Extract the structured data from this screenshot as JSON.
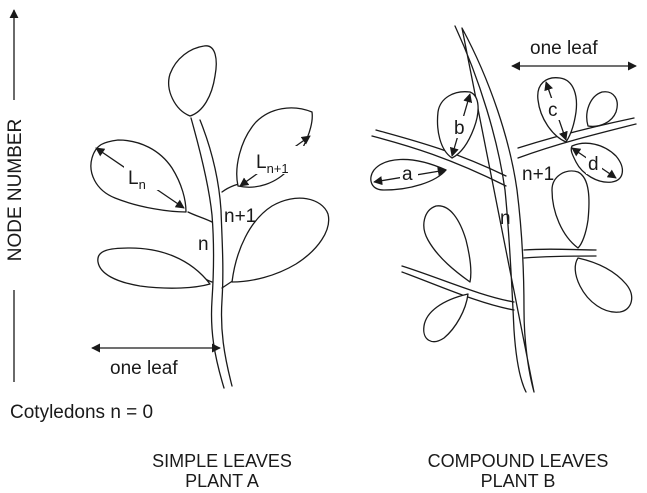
{
  "axis": {
    "label": "NODE NUMBER"
  },
  "plant_a": {
    "label_Ln": "L",
    "label_Ln_sub": "n",
    "label_Ln1": "L",
    "label_Ln1_sub": "n+1",
    "node_n": "n",
    "node_n1": "n+1",
    "one_leaf": "one leaf",
    "caption_line1": "SIMPLE LEAVES",
    "caption_line2": "PLANT A"
  },
  "plant_b": {
    "one_leaf": "one leaf",
    "leaflet_a": "a",
    "leaflet_b": "b",
    "leaflet_c": "c",
    "leaflet_d": "d",
    "node_n": "n",
    "node_n1": "n+1",
    "caption_line1": "COMPOUND LEAVES",
    "caption_line2": "PLANT B"
  },
  "cotyledons": "Cotyledons n = 0"
}
